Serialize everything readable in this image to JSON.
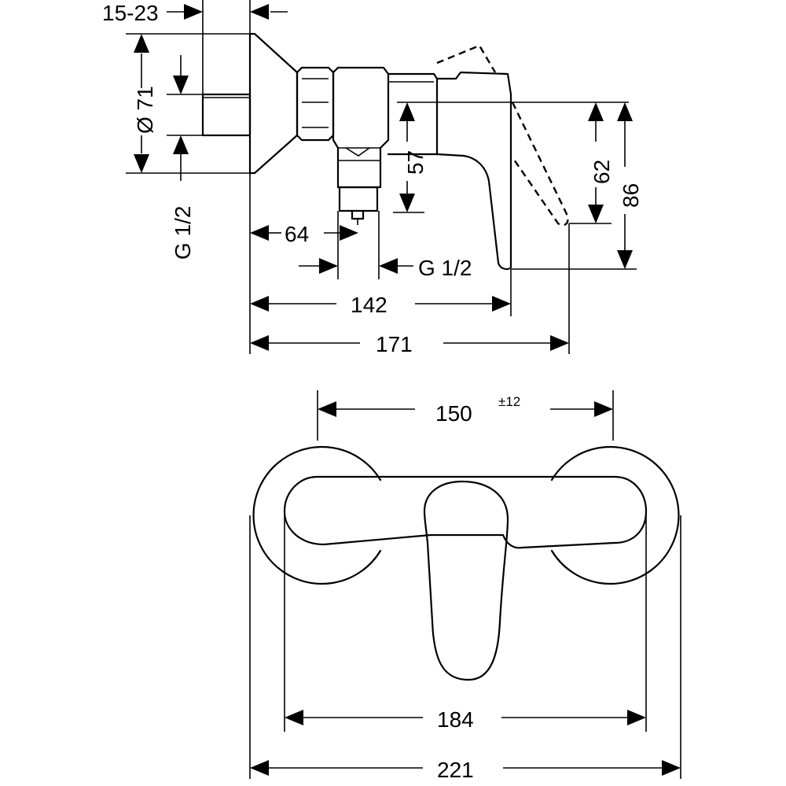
{
  "side_view": {
    "offset_range": "15-23",
    "flange_diameter": "Ø 71",
    "inlet_thread_left": "G 1/2",
    "dim_64": "64",
    "outlet_thread": "G 1/2",
    "dim_57": "57",
    "dim_62": "62",
    "dim_86": "86",
    "length_142": "142",
    "length_171": "171"
  },
  "front_view": {
    "centers_150": "150",
    "tolerance": "±12",
    "width_184": "184",
    "width_221": "221"
  }
}
